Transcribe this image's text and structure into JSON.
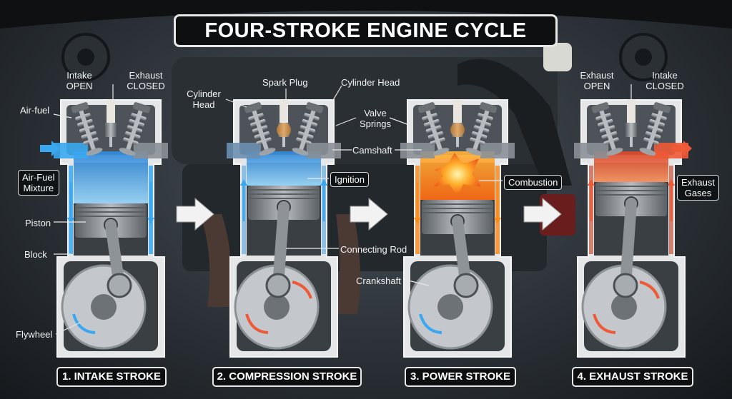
{
  "title": "FOUR-STROKE ENGINE CYCLE",
  "strokes": [
    {
      "label": "1. INTAKE STROKE"
    },
    {
      "label": "2. COMPRESSION STROKE"
    },
    {
      "label": "3. POWER STROKE"
    },
    {
      "label": "4. EXHAUST STROKE"
    }
  ],
  "labels": {
    "intake_open_1": "Intake",
    "intake_open_2": "OPEN",
    "exhaust_closed_1": "Exhaust",
    "exhaust_closed_2": "CLOSED",
    "air_fuel": "Air-fuel",
    "air_fuel_mixture_1": "Air-Fuel",
    "air_fuel_mixture_2": "Mixture",
    "piston": "Piston",
    "block": "Block",
    "flywheel": "Flywheel",
    "cylinder_head_left_1": "Cylinder",
    "cylinder_head_left_2": "Head",
    "spark_plug": "Spark Plug",
    "cylinder_head_right": "Cylinder Head",
    "valve_springs_1": "Valve",
    "valve_springs_2": "Springs",
    "camshaft": "Camshaft",
    "ignition": "Ignition",
    "connecting_rod": "Connecting Rod",
    "crankshaft": "Crankshaft",
    "combustion": "Combustion",
    "exhaust_open_1": "Exhaust",
    "exhaust_open_2": "OPEN",
    "intake_closed_1": "Intake",
    "intake_closed_2": "CLOSED",
    "exhaust_gases_1": "Exhaust",
    "exhaust_gases_2": "Gases"
  },
  "colors": {
    "intake_blue": "#3aa8f0",
    "fuel_blue": "#6ec8ff",
    "exhaust_red": "#ee5a36",
    "combustion_orange": "#ff8a1c",
    "outline": "#e8e8e8",
    "metal": "#9aa0a6"
  }
}
